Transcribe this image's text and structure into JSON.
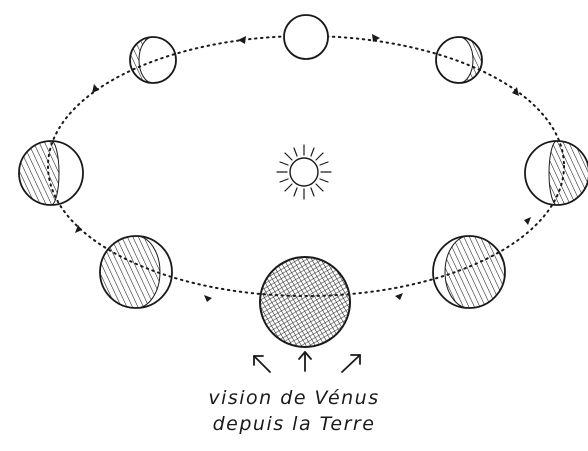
{
  "caption": {
    "line1": "vision de Vénus",
    "line2": "depuis la Terre"
  },
  "diagram": {
    "center_object": "sun",
    "orbit_object": "venus",
    "orbit_direction": "counterclockwise",
    "phase_count": 8,
    "viewer_arrows": 3,
    "colors": {
      "ink": "#1a1a1a",
      "background": "#ffffff"
    }
  }
}
